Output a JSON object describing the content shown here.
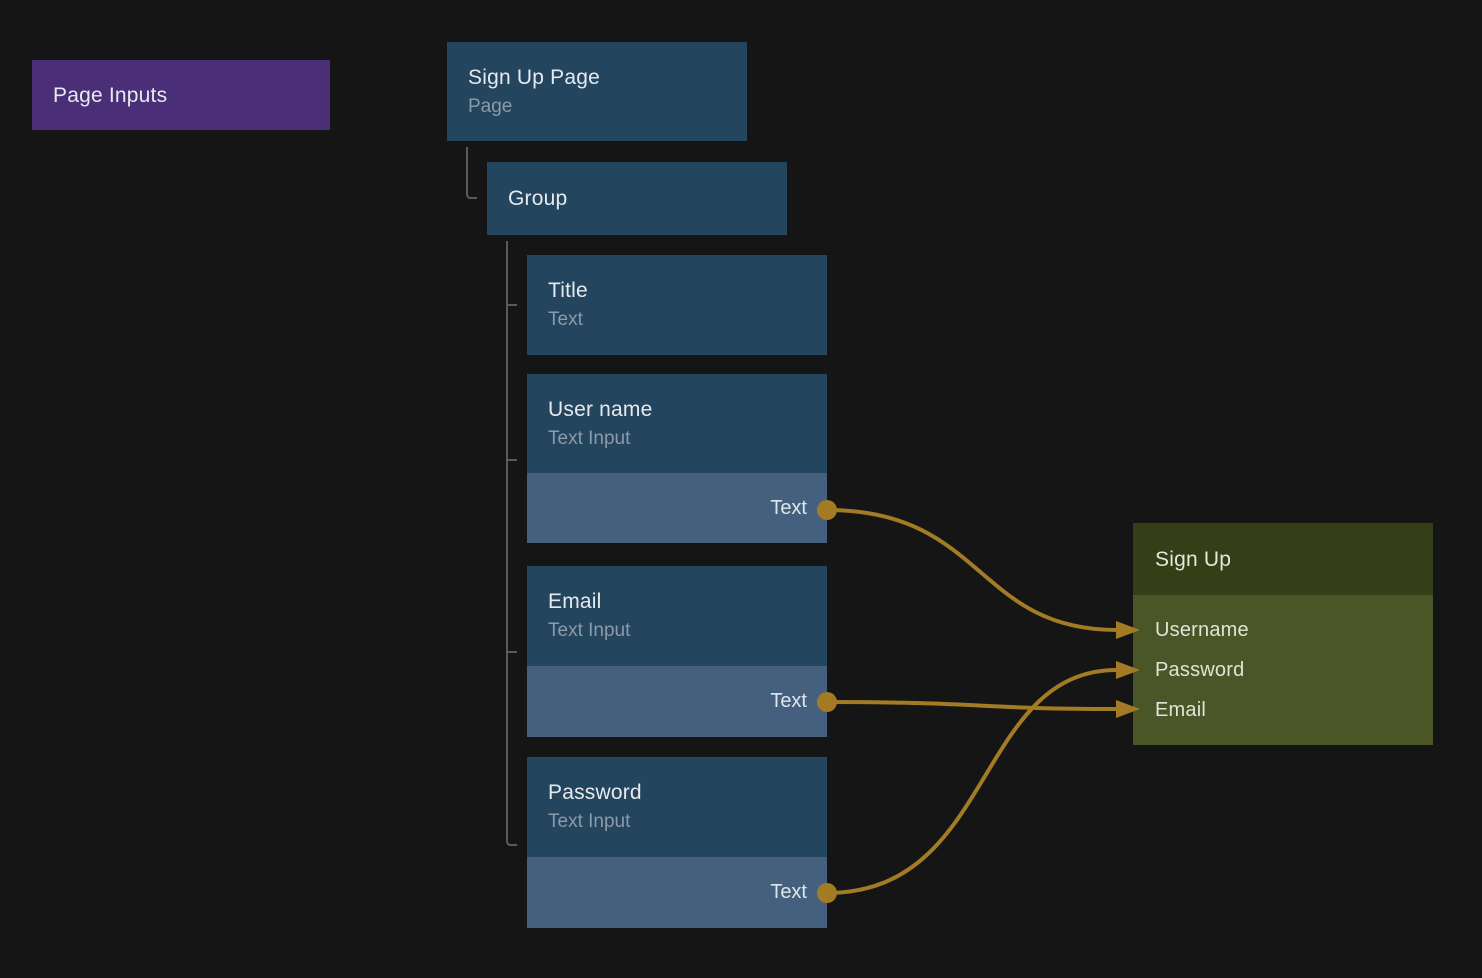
{
  "palette": {
    "background": "#151515",
    "node_header_blue": "#24455e",
    "node_port_row_blue": "#45607e",
    "page_inputs_purple": "#4b2e78",
    "sign_up_header_green": "#343f18",
    "sign_up_body_green": "#4b5628",
    "wire_gold": "#a27b24",
    "tree_line_gray": "#5a5a5a",
    "title_text": "#e6eaee",
    "subtitle_text": "#8b9aa9",
    "sign_up_item_text": "#dfe4d6"
  },
  "nodes": {
    "page_inputs": {
      "title": "Page Inputs"
    },
    "sign_up_page": {
      "title": "Sign Up Page",
      "subtitle": "Page"
    },
    "group": {
      "title": "Group"
    },
    "title": {
      "title": "Title",
      "subtitle": "Text"
    },
    "user_name": {
      "title": "User name",
      "subtitle": "Text Input",
      "output_port": "Text"
    },
    "email": {
      "title": "Email",
      "subtitle": "Text Input",
      "output_port": "Text"
    },
    "password": {
      "title": "Password",
      "subtitle": "Text Input",
      "output_port": "Text"
    },
    "sign_up": {
      "title": "Sign Up",
      "inputs": [
        "Username",
        "Password",
        "Email"
      ]
    }
  },
  "connections": [
    {
      "from": "User name / Text",
      "to": "Sign Up / Username"
    },
    {
      "from": "Email / Text",
      "to": "Sign Up / Email"
    },
    {
      "from": "Password / Text",
      "to": "Sign Up / Password"
    }
  ]
}
